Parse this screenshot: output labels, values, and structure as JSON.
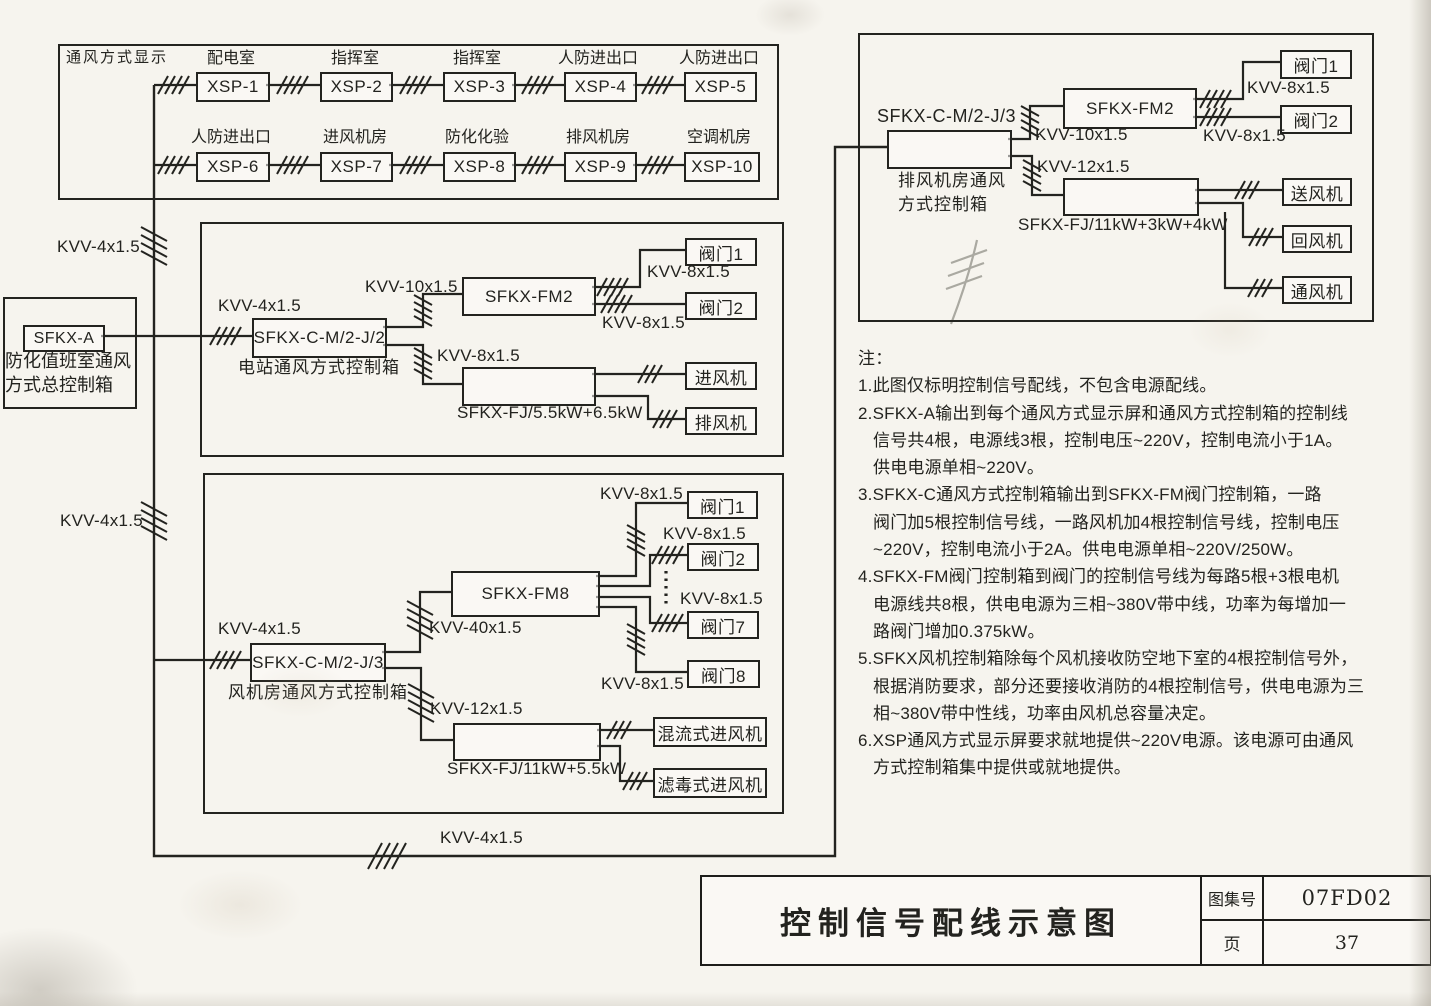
{
  "cables": {
    "c4": "KVV-4x1.5",
    "c8": "KVV-8x1.5",
    "c10": "KVV-10x1.5",
    "c12": "KVV-12x1.5",
    "c40": "KVV-40x1.5"
  },
  "display_panel": {
    "title": "通风方式显示",
    "row1": [
      {
        "room": "配电室",
        "id": "XSP-1"
      },
      {
        "room": "指挥室",
        "id": "XSP-2"
      },
      {
        "room": "指挥室",
        "id": "XSP-3"
      },
      {
        "room": "人防进出口",
        "id": "XSP-4"
      },
      {
        "room": "人防进出口",
        "id": "XSP-5"
      }
    ],
    "row2": [
      {
        "room": "人防进出口",
        "id": "XSP-6"
      },
      {
        "room": "进风机房",
        "id": "XSP-7"
      },
      {
        "room": "防化化验",
        "id": "XSP-8"
      },
      {
        "room": "排风机房",
        "id": "XSP-9"
      },
      {
        "room": "空调机房",
        "id": "XSP-10"
      }
    ]
  },
  "master": {
    "id": "SFKX-A",
    "caption1": "防化值班室通风",
    "caption2": "方式总控制箱"
  },
  "station": {
    "controller": "SFKX-C-M/2-J/2",
    "caption": "电站通风方式控制箱",
    "valve_ctrl": "SFKX-FM2",
    "fan_ctrl_caption": "SFKX-FJ/5.5kW+6.5kW",
    "valve1": "阀门1",
    "valve2": "阀门2",
    "fan1": "进风机",
    "fan2": "排风机"
  },
  "fan_room": {
    "controller": "SFKX-C-M/2-J/3",
    "caption": "风机房通风方式控制箱",
    "valve_ctrl": "SFKX-FM8",
    "fan_ctrl_caption": "SFKX-FJ/11kW+5.5kW",
    "valve1": "阀门1",
    "valve2": "阀门2",
    "valve7": "阀门7",
    "valve8": "阀门8",
    "fan1": "混流式进风机",
    "fan2": "滤毒式进风机"
  },
  "exhaust_room": {
    "controller": "SFKX-C-M/2-J/3",
    "caption1": "排风机房通风",
    "caption2": "方式控制箱",
    "valve_ctrl": "SFKX-FM2",
    "fan_ctrl_caption": "SFKX-FJ/11kW+3kW+4kW",
    "valve1": "阀门1",
    "valve2": "阀门2",
    "fan1": "送风机",
    "fan2": "回风机",
    "fan3": "通风机"
  },
  "notes": {
    "header": "注：",
    "n1a": "1.此图仅标明控制信号配线，不包含电源配线。",
    "n2a": "2.SFKX-A输出到每个通风方式显示屏和通风方式控制箱的控制线",
    "n2b": "信号共4根，电源线3根，控制电压~220V，控制电流小于1A。",
    "n2c": "供电电源单相~220V。",
    "n3a": "3.SFKX-C通风方式控制箱输出到SFKX-FM阀门控制箱，一路",
    "n3b": "阀门加5根控制信号线，一路风机加4根控制信号线，控制电压",
    "n3c": "~220V，控制电流小于2A。供电电源单相~220V/250W。",
    "n4a": "4.SFKX-FM阀门控制箱到阀门的控制信号线为每路5根+3根电机",
    "n4b": "电源线共8根，供电电源为三相~380V带中线，功率为每增加一",
    "n4c": "路阀门增加0.375kW。",
    "n5a": "5.SFKX风机控制箱除每个风机接收防空地下室的4根控制信号外，",
    "n5b": "根据消防要求，部分还要接收消防的4根控制信号，供电电源为三",
    "n5c": "相~380V带中性线，功率由风机总容量决定。",
    "n6a": "6.XSP通风方式显示屏要求就地提供~220V电源。该电源可由通风",
    "n6b": "方式控制箱集中提供或就地提供。"
  },
  "title_block": {
    "drawing_title": "控制信号配线示意图",
    "atlas_label": "图集号",
    "atlas_no": "07FD02",
    "page_label": "页",
    "page_no": "37"
  }
}
